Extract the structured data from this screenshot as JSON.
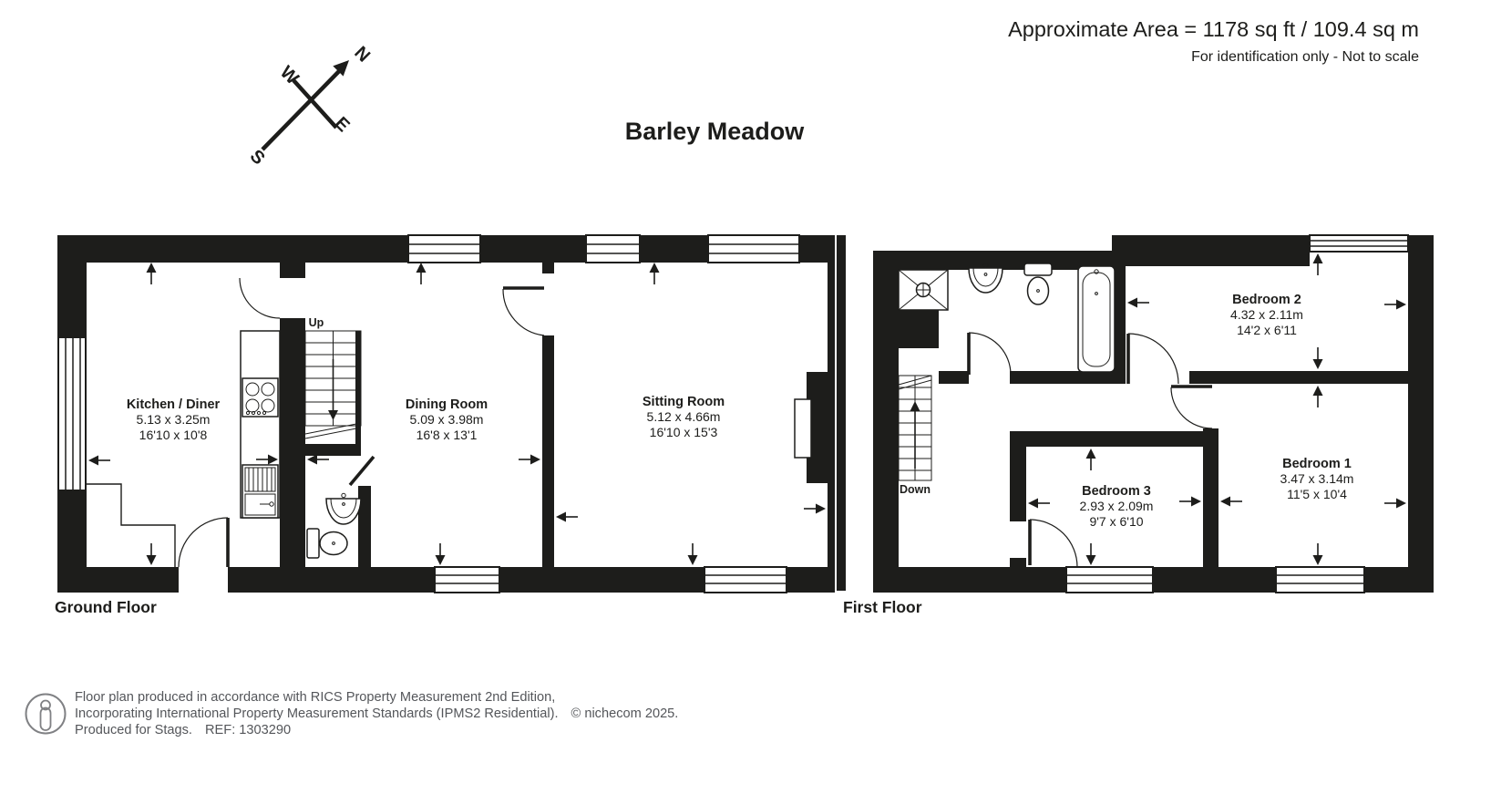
{
  "header": {
    "area_line": "Approximate Area = 1178 sq ft / 109.4 sq m",
    "scale_note": "For identification only - Not to scale",
    "title": "Barley Meadow"
  },
  "compass": {
    "north": "N",
    "south": "S",
    "east": "E",
    "west": "W"
  },
  "ground_floor": {
    "label": "Ground Floor",
    "stair_label": "Up",
    "rooms": [
      {
        "name": "Kitchen / Diner",
        "metric": "5.13 x 3.25m",
        "imperial": "16'10 x 10'8"
      },
      {
        "name": "Dining Room",
        "metric": "5.09 x 3.98m",
        "imperial": "16'8 x 13'1"
      },
      {
        "name": "Sitting Room",
        "metric": "5.12 x 4.66m",
        "imperial": "16'10 x 15'3"
      }
    ]
  },
  "first_floor": {
    "label": "First Floor",
    "stair_label": "Down",
    "rooms": [
      {
        "name": "Bedroom 2",
        "metric": "4.32 x 2.11m",
        "imperial": "14'2 x 6'11"
      },
      {
        "name": "Bedroom 1",
        "metric": "3.47 x 3.14m",
        "imperial": "11'5 x 10'4"
      },
      {
        "name": "Bedroom 3",
        "metric": "2.93 x 2.09m",
        "imperial": "9'7 x 6'10"
      }
    ]
  },
  "footer": {
    "line1": "Floor plan produced in accordance with RICS Property Measurement 2nd Edition,",
    "line2": "Incorporating International Property Measurement Standards (IPMS2 Residential).",
    "copyright": "© nichecom 2025.",
    "line3a": "Produced for Stags.",
    "line3b": "REF: 1303290"
  },
  "colors": {
    "ink": "#1d1d1b",
    "muted": "#54565a"
  }
}
